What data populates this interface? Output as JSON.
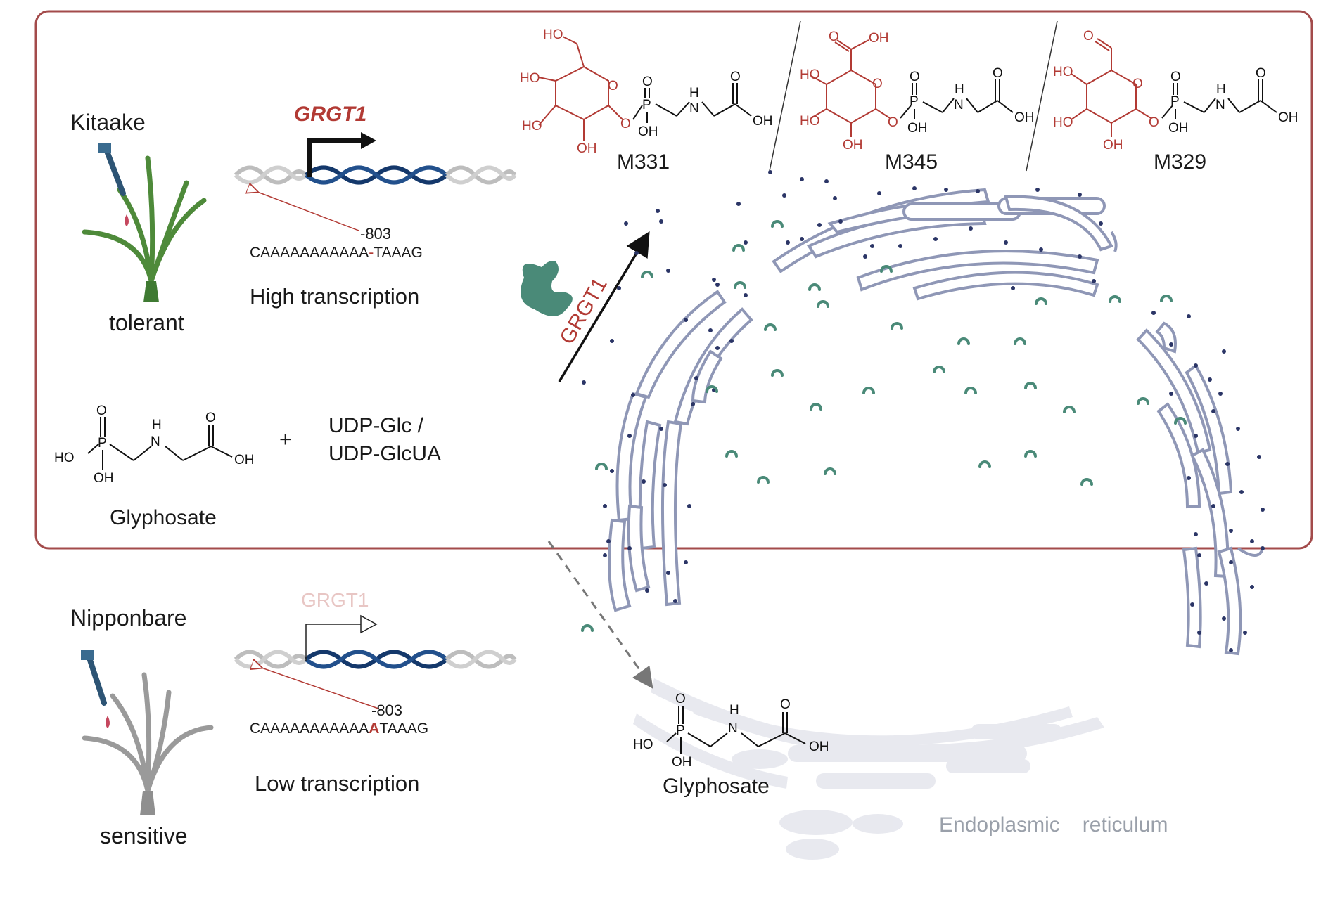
{
  "colors": {
    "box_border": "#a34b4b",
    "dna_dark": "#14386b",
    "dna_grey": "#bdbdbd",
    "molecule_red": "#b23a34",
    "er_membrane": "#8f97b6",
    "enzyme_teal": "#4a8a78",
    "dot_navy": "#2b3566"
  },
  "top_panel": {
    "cultivar": "Kitaake",
    "phenotype": "tolerant",
    "gene_label": "GRGT1",
    "position": "-803",
    "sequence_start": "CAAAAAAAAAAA",
    "sequence_dash": "-",
    "sequence_end": "TAAAG",
    "transcription": "High transcription"
  },
  "reaction": {
    "substrate": "Glyphosate",
    "plus": "+",
    "donor_line1": "UDP-Glc /",
    "donor_line2": "UDP-GlcUA"
  },
  "enzyme_label": "GRGT1",
  "products": [
    {
      "name": "M331",
      "ring_sub_top": "HO",
      "ring_sub_top2": ""
    },
    {
      "name": "M345",
      "ring_sub_top": "O",
      "ring_sub_top2": "OH"
    },
    {
      "name": "M329",
      "ring_sub_top": "O",
      "ring_sub_top2": ""
    }
  ],
  "chem_atoms": {
    "ho": "HO",
    "oh": "OH",
    "o": "O",
    "p": "P",
    "n": "N",
    "h": "H"
  },
  "bottom_panel": {
    "cultivar": "Nipponbare",
    "phenotype": "sensitive",
    "gene_label": "GRGT1",
    "position": "-803",
    "sequence_start": "CAAAAAAAAAAA",
    "sequence_mut": "A",
    "sequence_end": "TAAAG",
    "transcription": "Low transcription"
  },
  "bottom_molecule": "Glyphosate",
  "er_label_1": "Endoplasmic",
  "er_label_2": "reticulum"
}
